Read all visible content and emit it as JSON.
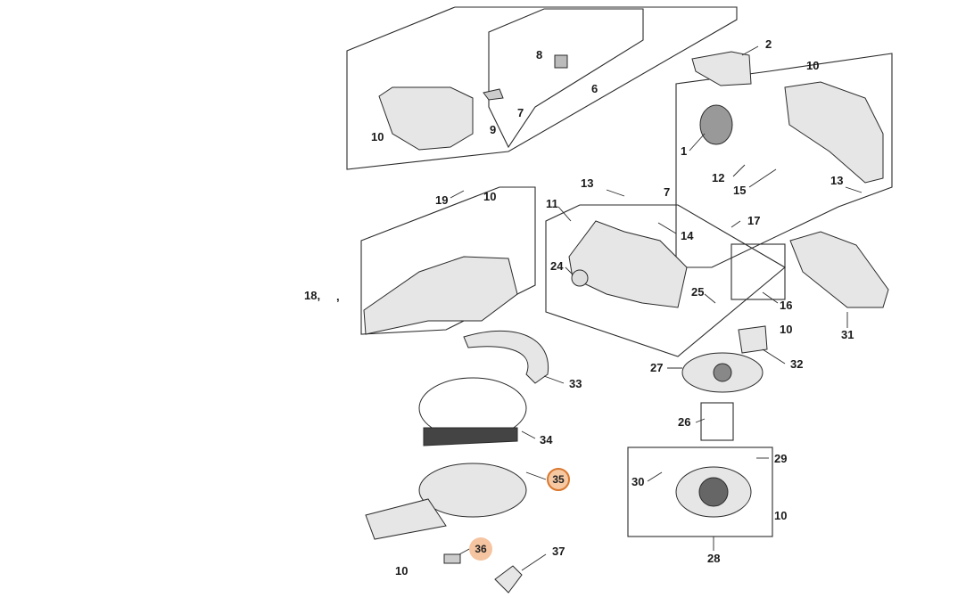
{
  "diagram": {
    "labels": {
      "p1": "1",
      "p2": "2",
      "p6": "6",
      "p7a": "7",
      "p7b": "7",
      "p8": "8",
      "p9": "9",
      "p10a": "10",
      "p10b": "10",
      "p10c": "10",
      "p10d": "10",
      "p10e": "10",
      "p10f": "10",
      "p11": "11",
      "p12": "12",
      "p13a": "13",
      "p13b": "13",
      "p14": "14",
      "p15": "15",
      "p16": "16",
      "p17": "17",
      "p18": "18,",
      "p18comma": ",",
      "p19": "19",
      "p24": "24",
      "p25": "25",
      "p26": "26",
      "p27": "27",
      "p28": "28",
      "p29": "29",
      "p30": "30",
      "p31": "31",
      "p32": "32",
      "p33": "33",
      "p34": "34",
      "p35": "35",
      "p36": "36",
      "p37": "37"
    },
    "highlighted_parts": [
      "35",
      "36"
    ],
    "colors": {
      "line": "#2a2a2a",
      "part_fill": "#e6e6e6",
      "part_dark": "#555555",
      "highlight": "#f6c9a3",
      "highlight_border": "#d9772e"
    }
  }
}
